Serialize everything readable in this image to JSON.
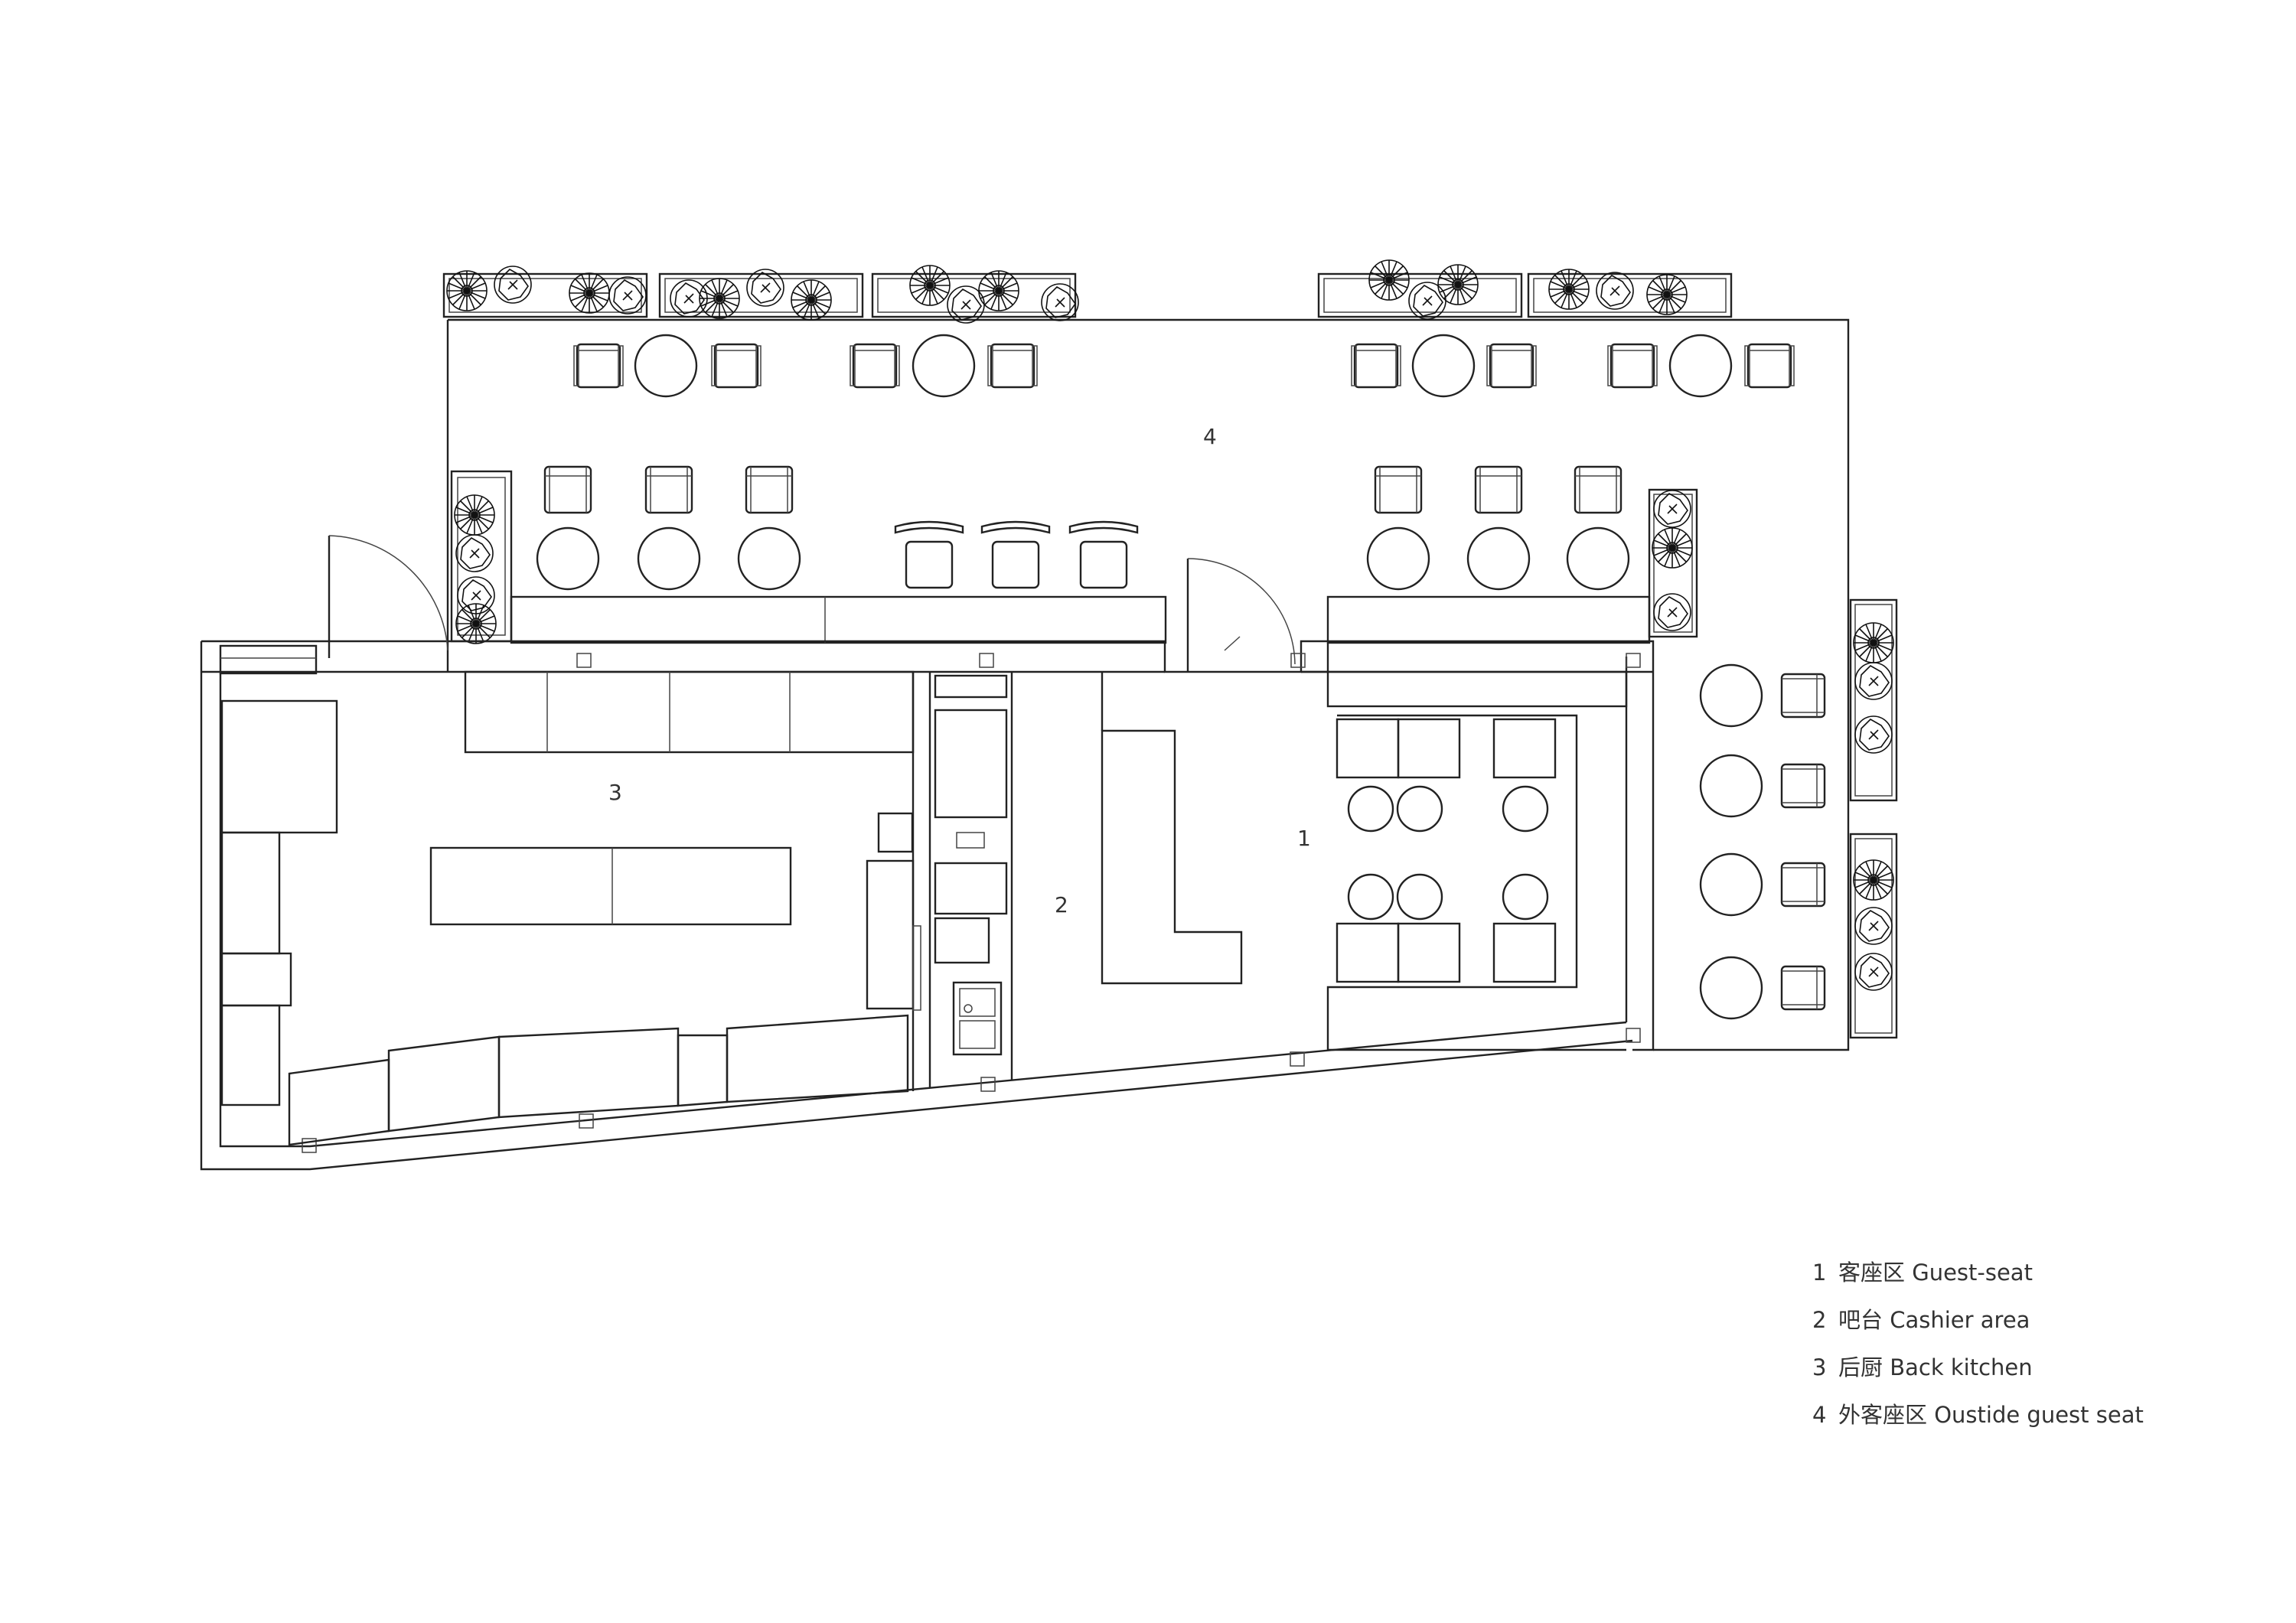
{
  "floor_plan": {
    "zone_labels": [
      {
        "id": "zone-1",
        "text": "1"
      },
      {
        "id": "zone-2",
        "text": "2"
      },
      {
        "id": "zone-3",
        "text": "3"
      },
      {
        "id": "zone-4",
        "text": "4"
      }
    ],
    "legend": [
      {
        "number": "1",
        "text": "客座区 Guest-seat"
      },
      {
        "number": "2",
        "text": "吧台 Cashier area"
      },
      {
        "number": "3",
        "text": "后厨 Back kitchen"
      },
      {
        "number": "4",
        "text": "外客座区 Oustide guest seat"
      }
    ]
  }
}
